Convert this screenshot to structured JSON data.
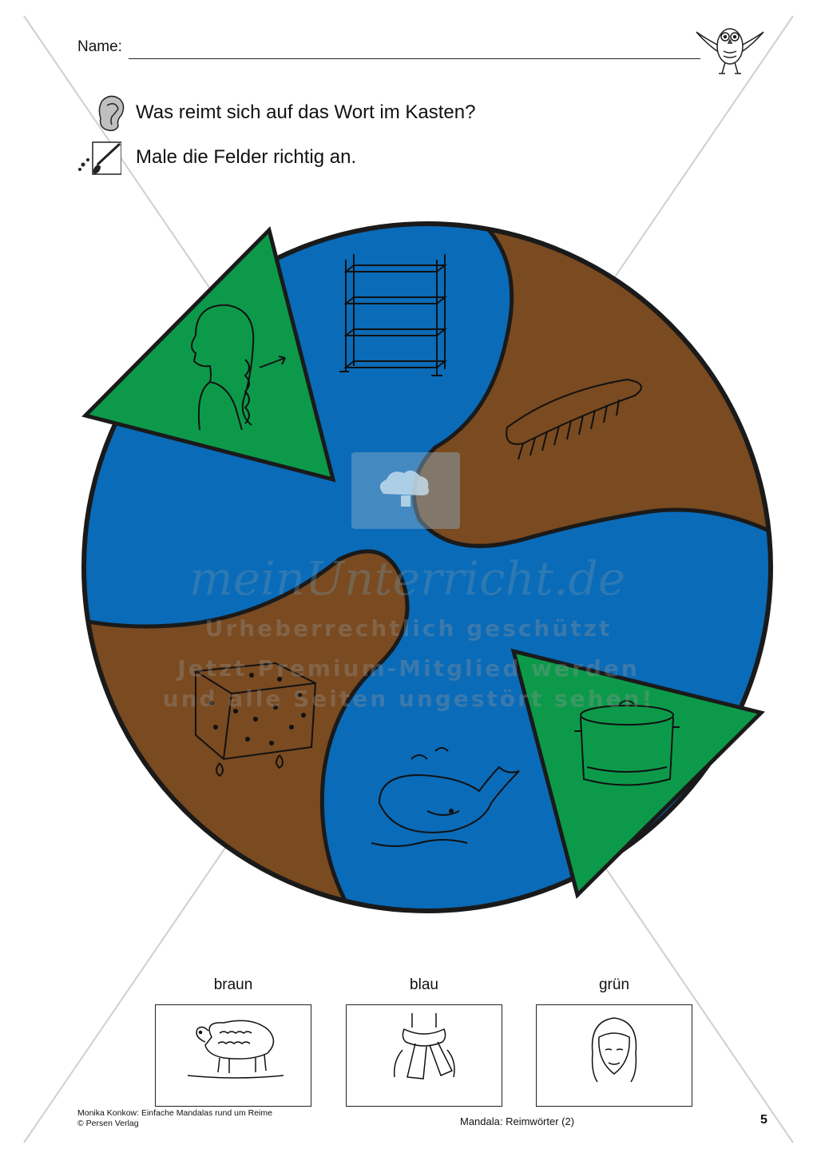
{
  "header": {
    "name_label": "Name:"
  },
  "instructions": [
    {
      "icon": "ear-icon",
      "text": "Was reimt sich auf das Wort im Kasten?"
    },
    {
      "icon": "paint-brush-icon",
      "text": "Male die Felder richtig an."
    }
  ],
  "mandala": {
    "colors": {
      "brown": "#7a4a20",
      "blue": "#0a6bb8",
      "green": "#0c9a4a",
      "outline": "#1a1a1a"
    },
    "fields": [
      {
        "picture": "shelf-icon",
        "fill": "blue"
      },
      {
        "picture": "comb-icon",
        "fill": "brown"
      },
      {
        "picture": "braid-icon",
        "fill": "green"
      },
      {
        "picture": "sponge-icon",
        "fill": "brown"
      },
      {
        "picture": "whale-icon",
        "fill": "blue"
      },
      {
        "picture": "pot-icon",
        "fill": "green"
      }
    ]
  },
  "watermark": {
    "logo": "meinUnterricht.de",
    "line1": "Urheberrechtlich geschützt",
    "line2": "Jetzt Premium-Mitglied werden",
    "line3": "und alle Seiten ungestört sehen!"
  },
  "legend": [
    {
      "label": "braun",
      "picture": "sheep-icon"
    },
    {
      "label": "blau",
      "picture": "scarf-icon"
    },
    {
      "label": "grün",
      "picture": "girl-face-icon"
    }
  ],
  "footer": {
    "line1": "Monika Konkow: Einfache Mandalas rund um Reime",
    "line2": "© Persen Verlag",
    "center": "Mandala: Reimwörter (2)",
    "page": "5"
  }
}
